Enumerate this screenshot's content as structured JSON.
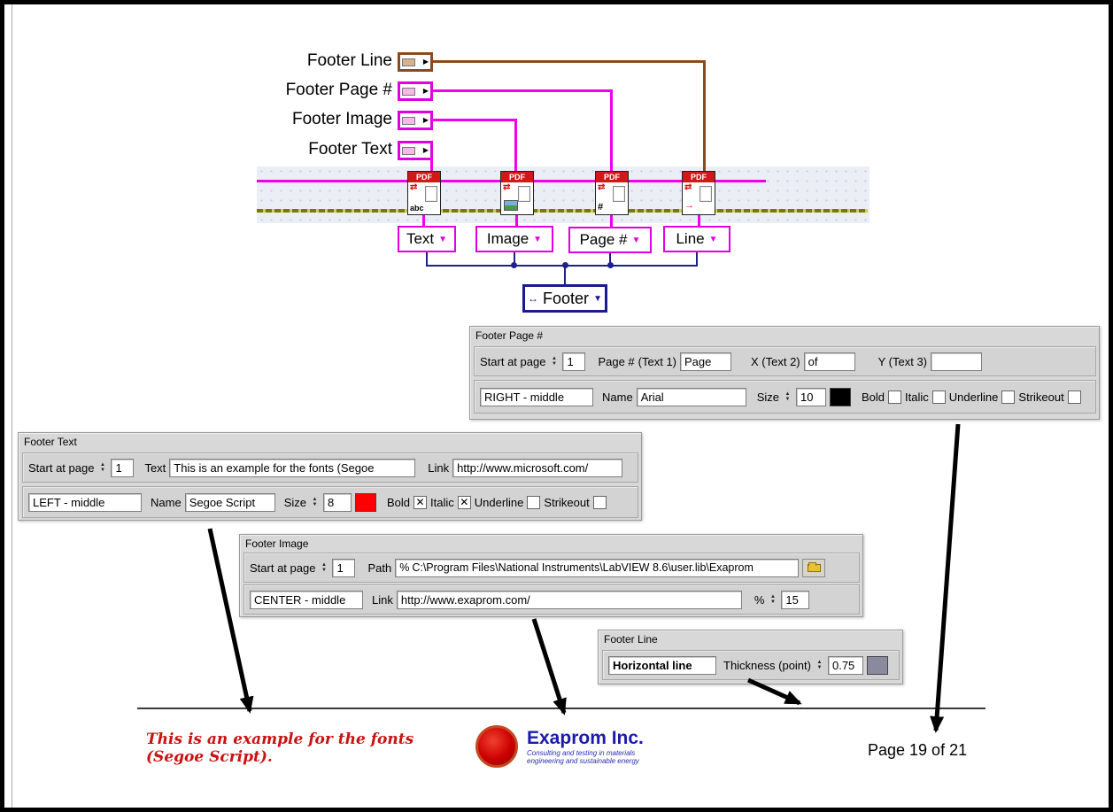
{
  "diagram": {
    "terminals": [
      {
        "label": "Footer Line"
      },
      {
        "label": "Footer Page #"
      },
      {
        "label": "Footer Image"
      },
      {
        "label": "Footer Text"
      }
    ],
    "pdf_label": "PDF",
    "vi_glyphs": {
      "text": "abc",
      "page": "#"
    },
    "selectors": [
      {
        "label": "Text"
      },
      {
        "label": "Image"
      },
      {
        "label": "Page #"
      },
      {
        "label": "Line"
      }
    ],
    "footer_node_label": "Footer"
  },
  "panel_page": {
    "title": "Footer Page #",
    "start_label": "Start at page",
    "start_value": "1",
    "page_label": "Page #",
    "text1_label": "(Text 1)",
    "text1_value": "Page",
    "text2_label": "X (Text 2)",
    "text2_value": "of",
    "text3_label": "Y (Text 3)",
    "text3_value": "",
    "align_value": "RIGHT - middle",
    "name_label": "Name",
    "name_value": "Arial",
    "size_label": "Size",
    "size_value": "10",
    "font_color": "#000000",
    "bold_label": "Bold",
    "italic_label": "Italic",
    "underline_label": "Underline",
    "strikeout_label": "Strikeout",
    "bold_mark": "",
    "italic_mark": "",
    "underline_mark": "",
    "strikeout_mark": ""
  },
  "panel_text": {
    "title": "Footer Text",
    "start_label": "Start at page",
    "start_value": "1",
    "text_label": "Text",
    "text_value": "This is an example for the fonts (Segoe",
    "link_label": "Link",
    "link_value": "http://www.microsoft.com/",
    "align_value": "LEFT - middle",
    "name_label": "Name",
    "name_value": "Segoe Script",
    "size_label": "Size",
    "size_value": "8",
    "font_color": "#ff0000",
    "bold_label": "Bold",
    "italic_label": "Italic",
    "underline_label": "Underline",
    "strikeout_label": "Strikeout",
    "bold_mark": "✕",
    "italic_mark": "✕",
    "underline_mark": "",
    "strikeout_mark": ""
  },
  "panel_image": {
    "title": "Footer Image",
    "start_label": "Start at page",
    "start_value": "1",
    "path_label": "Path",
    "path_prefix": "%",
    "path_value": "C:\\Program Files\\National Instruments\\LabVIEW 8.6\\user.lib\\Exaprom",
    "align_value": "CENTER - middle",
    "link_label": "Link",
    "link_value": "http://www.exaprom.com/",
    "percent_label": "%",
    "percent_value": "15"
  },
  "panel_line": {
    "title": "Footer Line",
    "type_value": "Horizontal line",
    "thickness_label": "Thickness (point)",
    "thickness_value": "0.75",
    "line_color": "#8a8a9e"
  },
  "preview": {
    "text_line1": "This is an example for the fonts",
    "text_line2": "(Segoe Script).",
    "logo_name": "Exaprom Inc.",
    "logo_tag1": "Consulting and testing in materials",
    "logo_tag2": "engineering and sustainable energy",
    "page_text": "Page 19 of 21"
  }
}
